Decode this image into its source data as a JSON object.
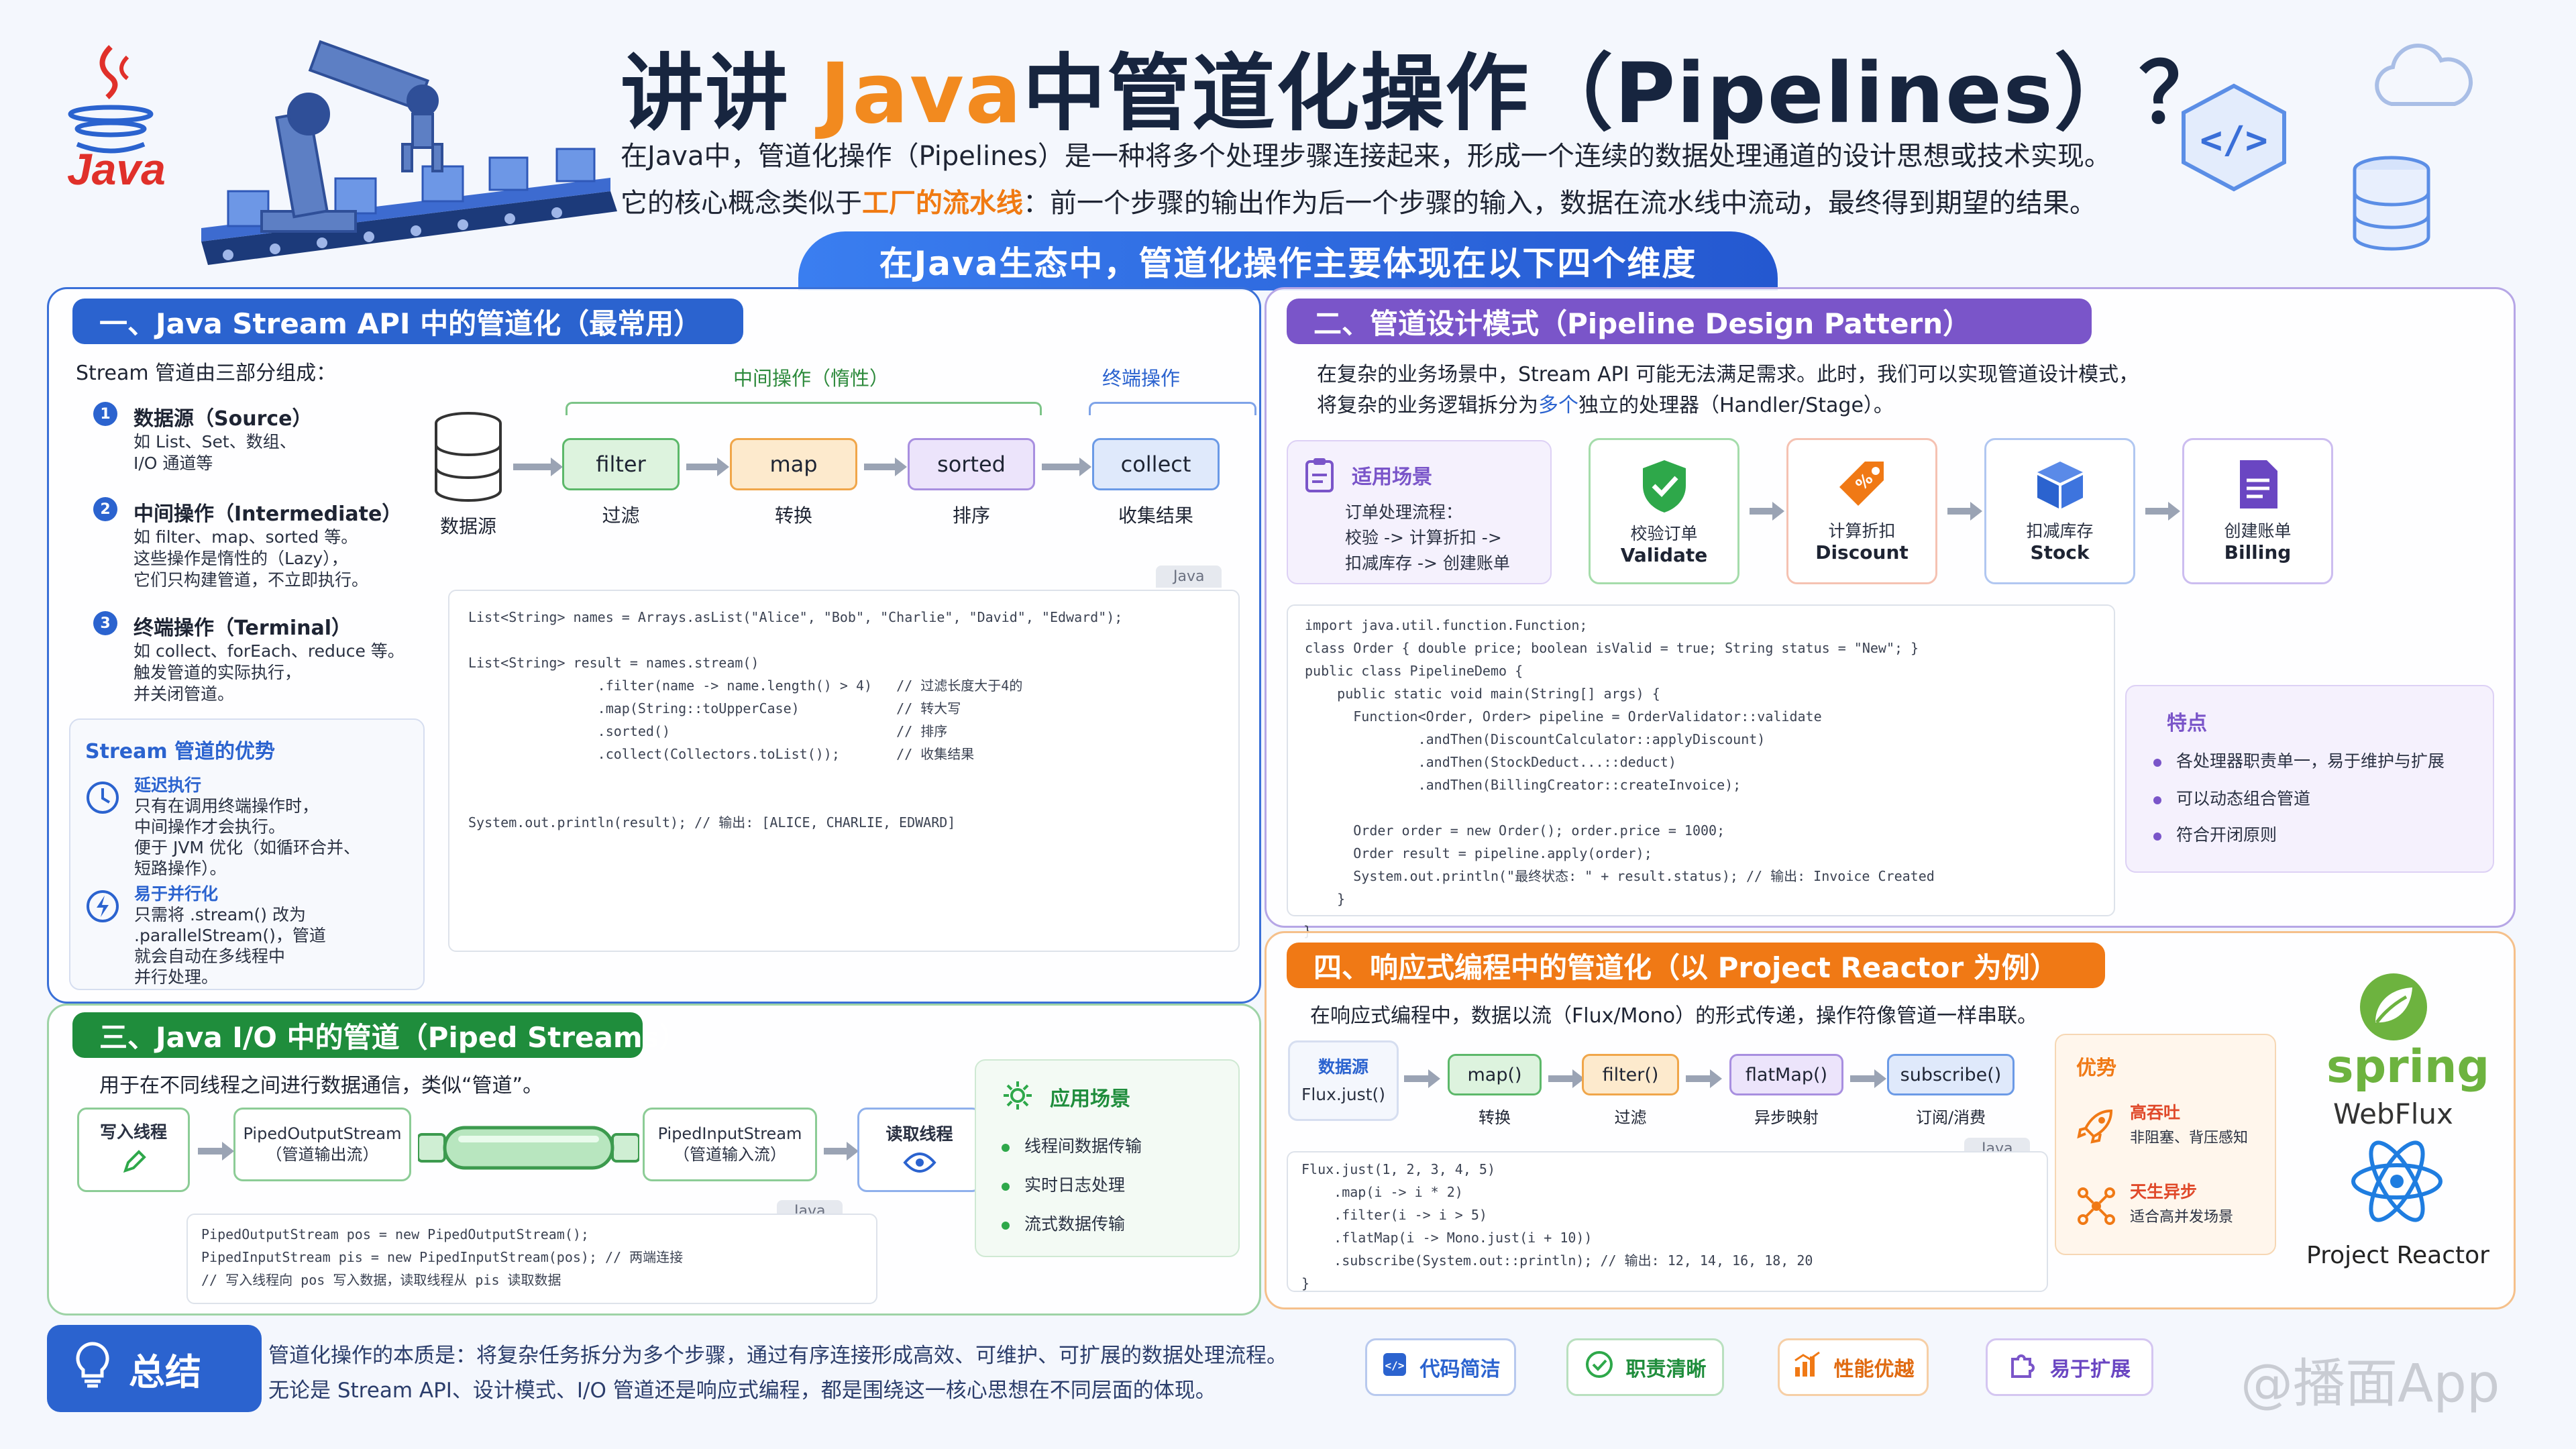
{
  "header": {
    "title_prefix": "讲讲 ",
    "title_java": "Java",
    "title_suffix": "中管道化操作（Pipelines）？",
    "logo_text": "Java",
    "intro_line1": "在Java中，管道化操作（Pipelines）是一种将多个处理步骤连接起来，形成一个连续的数据处理通道的设计思想或技术实现。",
    "intro_line2_a": "它的核心概念类似于",
    "intro_line2_hl": "工厂的流水线",
    "intro_line2_b": "：前一个步骤的输出作为后一个步骤的输入，数据在流水线中流动，最终得到期望的结果。",
    "banner": "在Java生态中，管道化操作主要体现在以下四个维度"
  },
  "p1": {
    "title": "一、Java Stream API 中的管道化（最常用）",
    "lead": "Stream 管道由三部分组成：",
    "parts": [
      {
        "num": "1",
        "name": "数据源（Source）",
        "lines": [
          "如 List、Set、数组、",
          "I/O 通道等"
        ]
      },
      {
        "num": "2",
        "name": "中间操作（Intermediate）",
        "lines": [
          "如 filter、map、sorted 等。",
          "这些操作是惰性的（Lazy），",
          "它们只构建管道，不立即执行。"
        ]
      },
      {
        "num": "3",
        "name": "终端操作（Terminal）",
        "lines": [
          "如 collect、forEach、reduce 等。",
          "触发管道的实际执行，",
          "并关闭管道。"
        ]
      }
    ],
    "group_intermediate": "中间操作（惰性）",
    "group_terminal": "终端操作",
    "source_label": "数据源",
    "ops": [
      {
        "name": "filter",
        "label": "过滤"
      },
      {
        "name": "map",
        "label": "转换"
      },
      {
        "name": "sorted",
        "label": "排序"
      },
      {
        "name": "collect",
        "label": "收集结果"
      }
    ],
    "code_tag": "Java",
    "code_lines": [
      "List<String> names = Arrays.asList(\"Alice\", \"Bob\", \"Charlie\", \"David\", \"Edward\");",
      "",
      "List<String> result = names.stream()",
      "                .filter(name -> name.length() > 4)   // 过滤长度大于4的",
      "                .map(String::toUpperCase)            // 转大写",
      "                .sorted()                            // 排序",
      "                .collect(Collectors.toList());       // 收集结果",
      "",
      "",
      "System.out.println(result); // 输出: [ALICE, CHARLIE, EDWARD]"
    ],
    "adv_title": "Stream 管道的优势",
    "advantages": [
      {
        "name": "延迟执行",
        "lines": [
          "只有在调用终端操作时，",
          "中间操作才会执行。",
          "便于 JVM 优化（如循环合并、",
          "短路操作）。"
        ]
      },
      {
        "name": "易于并行化",
        "lines": [
          "只需将 .stream() 改为",
          ".parallelStream()，管道",
          "就会自动在多线程中",
          "并行处理。"
        ]
      }
    ]
  },
  "p2": {
    "title": "二、管道设计模式（Pipeline Design Pattern）",
    "desc1_a": "在复杂的业务场景中，Stream API 可能无法满足需求。此时，我们可以实现管道设计模式，",
    "desc2_a": "将复杂的业务逻辑拆分为",
    "desc2_hl": "多个",
    "desc2_b": "独立的处理器（Handler/Stage）。",
    "scene_title": "适用场景",
    "scene_lines": [
      "订单处理流程：",
      "校验 -> 计算折扣 ->",
      "扣减库存 -> 创建账单"
    ],
    "stages": [
      {
        "cn": "校验订单",
        "en": "Validate"
      },
      {
        "cn": "计算折扣",
        "en": "Discount"
      },
      {
        "cn": "扣减库存",
        "en": "Stock"
      },
      {
        "cn": "创建账单",
        "en": "Billing"
      }
    ],
    "code_lines": [
      "import java.util.function.Function;",
      "class Order { double price; boolean isValid = true; String status = \"New\"; }",
      "public class PipelineDemo {",
      "    public static void main(String[] args) {",
      "      Function<Order, Order> pipeline = OrderValidator::validate",
      "              .andThen(DiscountCalculator::applyDiscount)",
      "              .andThen(StockDeduct...::deduct)",
      "              .andThen(BillingCreator::createInvoice);",
      "",
      "      Order order = new Order(); order.price = 1000;",
      "      Order result = pipeline.apply(order);",
      "      System.out.println(\"最终状态: \" + result.status); // 输出: Invoice Created",
      "    }",
      "}"
    ],
    "feat_title": "特点",
    "features": [
      "各处理器职责单一，易于维护与扩展",
      "可以动态组合管道",
      "符合开闭原则"
    ]
  },
  "p3": {
    "title": "三、Java I/O 中的管道（Piped Streams）",
    "desc": "用于在不同线程之间进行数据通信，类似“管道”。",
    "writer": "写入线程",
    "out_name": "PipedOutputStream",
    "out_cn": "（管道输出流）",
    "in_name": "PipedInputStream",
    "in_cn": "（管道输入流）",
    "reader": "读取线程",
    "code_tag": "Java",
    "code_lines": [
      "PipedOutputStream pos = new PipedOutputStream();",
      "PipedInputStream pis = new PipedInputStream(pos); // 两端连接",
      "// 写入线程向 pos 写入数据，读取线程从 pis 读取数据"
    ],
    "scene_title": "应用场景",
    "scenes": [
      "线程间数据传输",
      "实时日志处理",
      "流式数据传输"
    ]
  },
  "p4": {
    "title": "四、响应式编程中的管道化（以 Project Reactor 为例）",
    "desc": "在响应式编程中，数据以流（Flux/Mono）的形式传递，操作符像管道一样串联。",
    "source_title": "数据源",
    "source_sub": "Flux.just()",
    "ops": [
      {
        "name": "map()",
        "label": "转换"
      },
      {
        "name": "filter()",
        "label": "过滤"
      },
      {
        "name": "flatMap()",
        "label": "异步映射"
      },
      {
        "name": "subscribe()",
        "label": "订阅/消费"
      }
    ],
    "code_tag": "Java",
    "code_lines": [
      "Flux.just(1, 2, 3, 4, 5)",
      "    .map(i -> i * 2)",
      "    .filter(i -> i > 5)",
      "    .flatMap(i -> Mono.just(i + 10))",
      "    .subscribe(System.out::println); // 输出: 12, 14, 16, 18, 20",
      "}"
    ],
    "adv_title": "优势",
    "advantages": [
      {
        "name": "高吞吐",
        "sub": "非阻塞、背压感知"
      },
      {
        "name": "天生异步",
        "sub": "适合高并发场景"
      }
    ],
    "spring": "spring",
    "webflux": "WebFlux",
    "reactor": "Project Reactor"
  },
  "summary": {
    "badge": "总结",
    "line1": "管道化操作的本质是：将复杂任务拆分为多个步骤，通过有序连接形成高效、可维护、可扩展的数据处理流程。",
    "line2": "无论是 Stream API、设计模式、I/O 管道还是响应式编程，都是围绕这一核心思想在不同层面的体现。",
    "chips": [
      "代码简洁",
      "职责清晰",
      "性能优越",
      "易于扩展"
    ]
  },
  "watermark": "@播面App",
  "colors": {
    "primary": "#2b63cf",
    "java_orange": "#f28a1f",
    "purple": "#7a55c9",
    "green": "#1f8d3c",
    "orange": "#f07915"
  }
}
